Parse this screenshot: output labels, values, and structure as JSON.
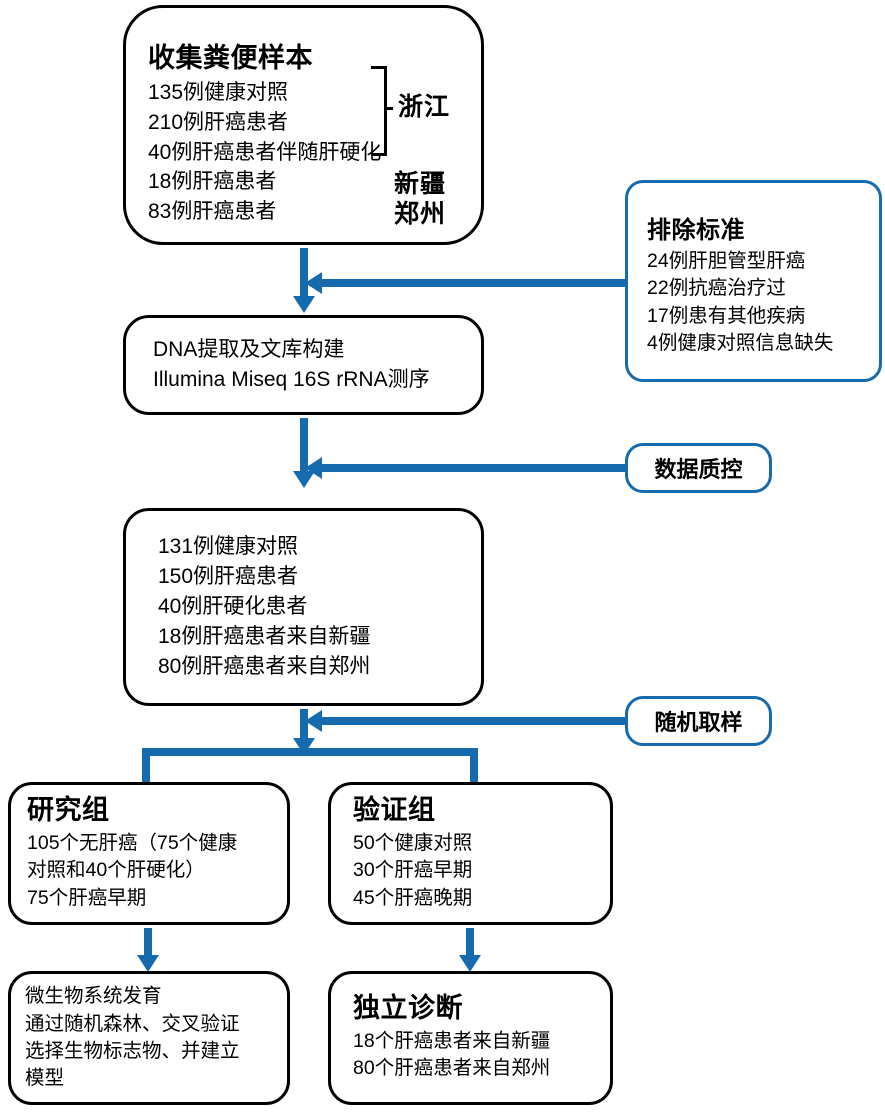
{
  "diagram": {
    "title": "Liver cancer gut microbiome study flowchart",
    "accent_color": "#156BAE",
    "node_border_color": "#000000"
  },
  "nodes": {
    "collect": {
      "title": "收集粪便样本",
      "lines": [
        "135例健康对照",
        "210例肝癌患者",
        "40例肝癌患者伴随肝硬化",
        "18例肝癌患者",
        "83例肝癌患者"
      ],
      "region_bracketed": "浙江",
      "region_second": "新疆",
      "region_third": "郑州"
    },
    "exclusion": {
      "title": "排除标准",
      "lines": [
        "24例肝胆管型肝癌",
        "22例抗癌治疗过",
        "17例患有其他疾病",
        "4例健康对照信息缺失"
      ]
    },
    "dna": {
      "lines": [
        "DNA提取及文库构建",
        "Illumina Miseq 16S rRNA测序"
      ]
    },
    "qc": {
      "label": "数据质控"
    },
    "after_qc": {
      "lines": [
        "131例健康对照",
        "150例肝癌患者",
        "40例肝硬化患者",
        "18例肝癌患者来自新疆",
        "80例肝癌患者来自郑州"
      ]
    },
    "sampling": {
      "label": "随机取样"
    },
    "study_group": {
      "title": "研究组",
      "lines": [
        "105个无肝癌（75个健康",
        "对照和40个肝硬化）",
        "75个肝癌早期"
      ]
    },
    "validation_group": {
      "title": "验证组",
      "lines": [
        "50个健康对照",
        "30个肝癌早期",
        "45个肝癌晚期"
      ]
    },
    "model": {
      "lines": [
        "微生物系统发育",
        "通过随机森林、交叉验证",
        "选择生物标志物、并建立",
        "模型"
      ]
    },
    "diagnosis": {
      "title": "独立诊断",
      "lines": [
        "18个肝癌患者来自新疆",
        "80个肝癌患者来自郑州"
      ]
    }
  }
}
